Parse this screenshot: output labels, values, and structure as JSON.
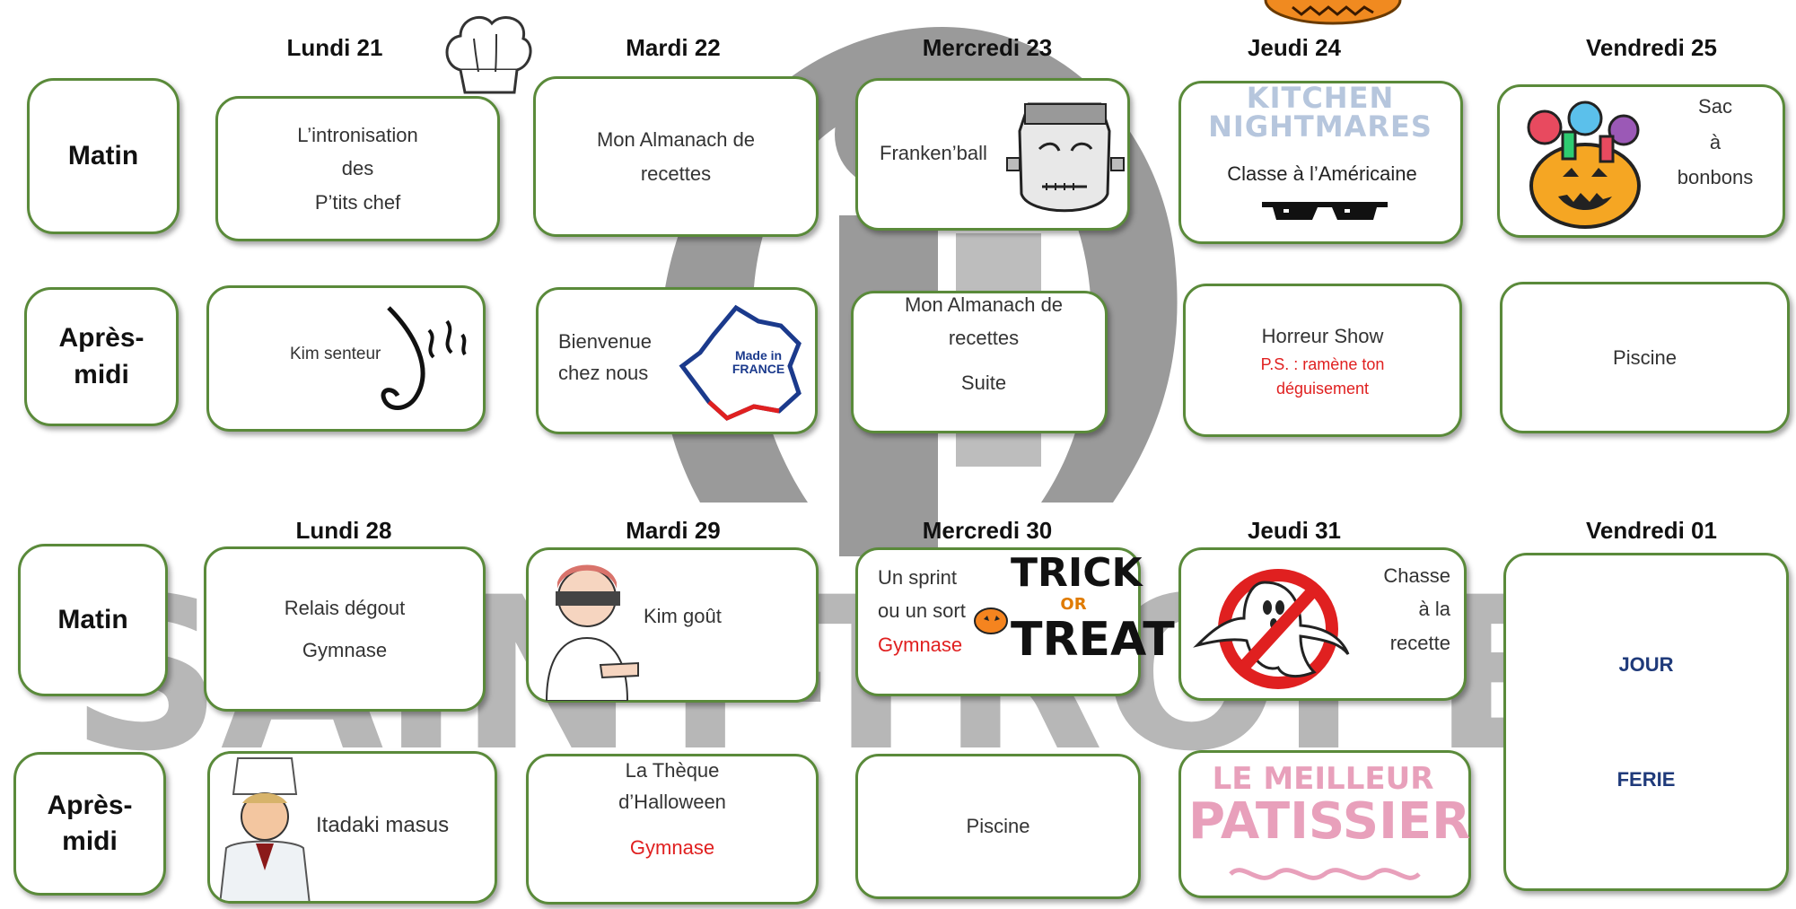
{
  "week1": {
    "days": [
      "Lundi 21",
      "Mardi 22",
      "Mercredi 23",
      "Jeudi 24",
      "Vendredi 25"
    ],
    "matin": {
      "lundi": [
        "L’intronisation",
        "des",
        "P’tits chef"
      ],
      "mardi": [
        "Mon Almanach de",
        "recettes"
      ],
      "mercredi": "Franken’ball",
      "jeudi": {
        "logo": [
          "KITCHEN",
          "NIGHTMARES"
        ],
        "text": "Classe à l’Américaine"
      },
      "vendredi": [
        "Sac",
        "à",
        "bonbons"
      ]
    },
    "apres_midi": {
      "lundi": "Kim senteur",
      "mardi": {
        "text": [
          "Bienvenue",
          "chez nous"
        ],
        "badge": [
          "Made in",
          "FRANCE"
        ]
      },
      "mercredi": [
        "Mon Almanach de",
        "recettes",
        "Suite"
      ],
      "jeudi": {
        "title": "Horreur Show",
        "note": [
          "P.S. : ramène ton",
          "déguisement"
        ]
      },
      "vendredi": "Piscine"
    }
  },
  "week2": {
    "days": [
      "Lundi 28",
      "Mardi 29",
      "Mercredi 30",
      "Jeudi 31",
      "Vendredi 01"
    ],
    "matin": {
      "lundi": [
        "Relais dégout",
        "Gymnase"
      ],
      "mardi": "Kim goût",
      "mercredi": {
        "text": [
          "Un sprint",
          "ou un sort"
        ],
        "place": "Gymnase",
        "logo": [
          "TRICK",
          "OR",
          "TREAT"
        ]
      },
      "jeudi": [
        "Chasse",
        "à la",
        "recette"
      ],
      "vendredi": [
        "JOUR",
        "FERIE"
      ]
    },
    "apres_midi": {
      "lundi": "Itadaki masus",
      "mardi": {
        "text": [
          "La Thèque",
          "d’Halloween"
        ],
        "place": "Gymnase"
      },
      "mercredi": "Piscine",
      "jeudi": {
        "logo": [
          "LE MEILLEUR",
          "PATISSIER"
        ]
      }
    }
  },
  "periods": {
    "matin": "Matin",
    "apres_midi": [
      "Après-",
      "midi"
    ]
  },
  "watermark": "SAINT-TROPEZ",
  "colors": {
    "border": "#5a8a3a",
    "red": "#e02020",
    "navy": "#1f3a7a",
    "watermark": "#b7b7b7"
  }
}
